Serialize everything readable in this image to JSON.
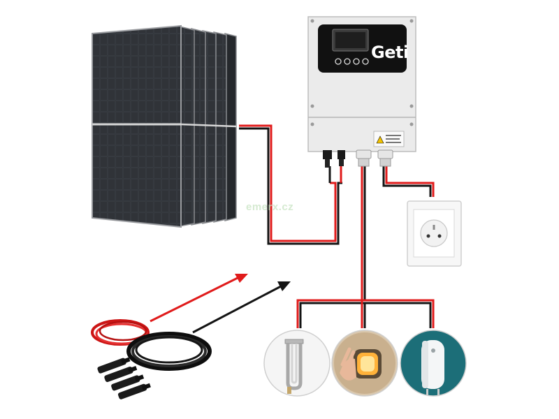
{
  "scene": {
    "inverter_brand": "Geti",
    "watermark": "emerx.cz"
  },
  "colors": {
    "positive_cable": "#e01b1b",
    "negative_cable": "#141414",
    "panel_cell": "#2a2d31",
    "inverter_body": "#ebebeb",
    "inverter_face": "#111111",
    "lcd": "#1e1e1e"
  },
  "icons": [
    "solar-panel-stack",
    "inverter",
    "wall-socket",
    "heating-element",
    "infrared-heater",
    "water-heater-boiler",
    "pv-cable-coils",
    "mc4-connectors"
  ]
}
